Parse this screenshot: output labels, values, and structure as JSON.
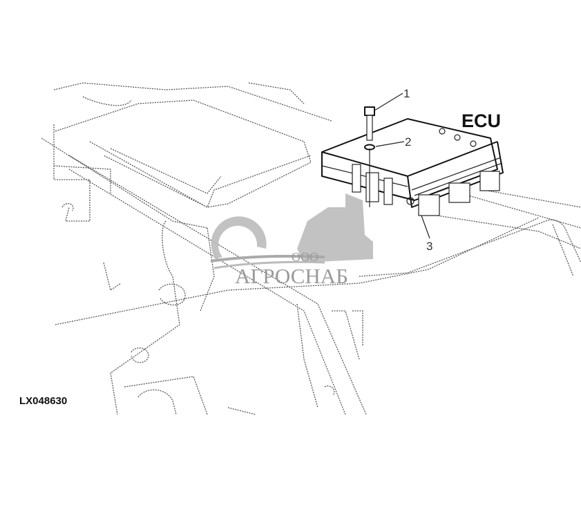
{
  "diagram": {
    "title_label": "ECU",
    "callouts": [
      "1",
      "2",
      "3"
    ],
    "figure_code": "LX048630"
  },
  "watermark": {
    "prefix": "ООО",
    "name": "АГРОСНАБ"
  },
  "colors": {
    "line": "#111111",
    "background_structure": "#555555",
    "watermark": "#9a9a9a"
  }
}
